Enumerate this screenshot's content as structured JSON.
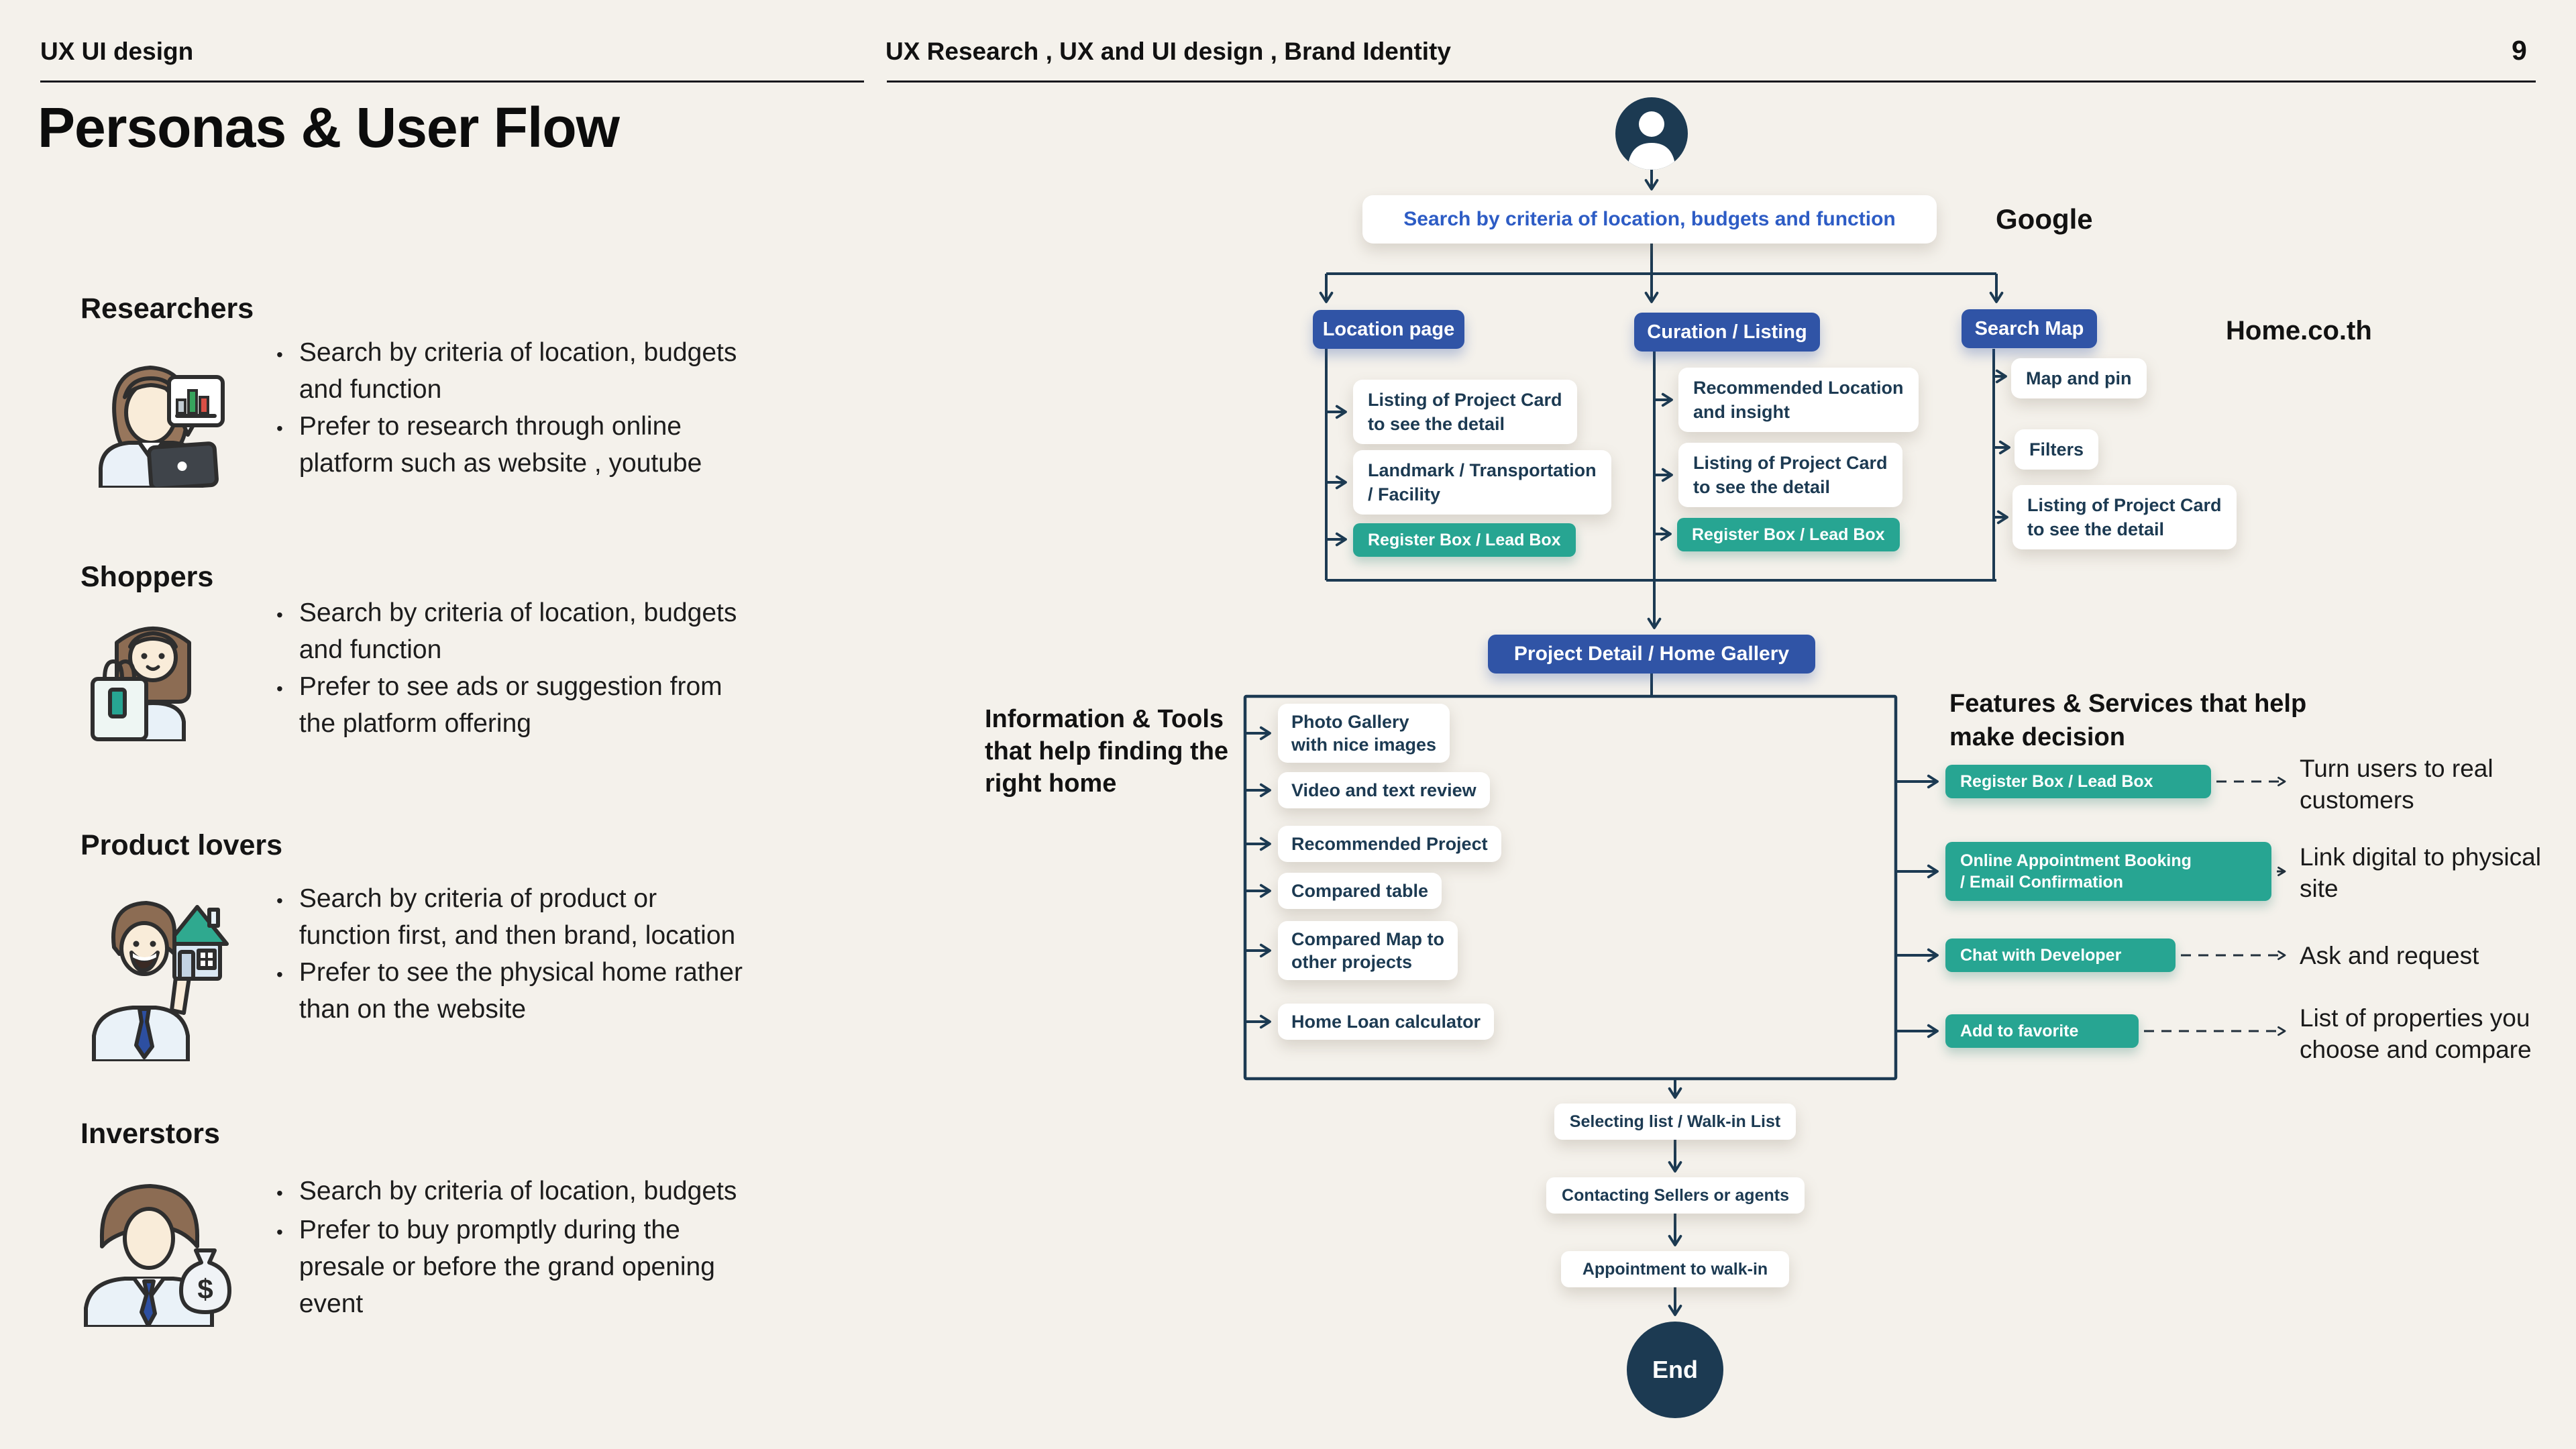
{
  "header": {
    "left": "UX UI design",
    "center": "UX Research , UX and UI design , Brand Identity",
    "page": "9"
  },
  "title": "Personas & User Flow",
  "personas": [
    {
      "name": "Researchers",
      "bullets": [
        "Search  by criteria of location, budgets\nand function",
        "Prefer to research through online\nplatform such as website , youtube"
      ]
    },
    {
      "name": "Shoppers",
      "bullets": [
        "Search by criteria of location, budgets\nand function",
        "Prefer to see ads or suggestion from\nthe platform offering"
      ]
    },
    {
      "name": "Product lovers",
      "bullets": [
        "Search by criteria of product or\nfunction first, and then brand, location",
        "Prefer to see the physical home rather\nthan on the website"
      ]
    },
    {
      "name": "Inverstors",
      "bullets": [
        "Search  by criteria of location, budgets",
        "Prefer to buy promptly during the\npresale or before the grand opening\nevent"
      ]
    }
  ],
  "flow": {
    "search": "Search  by criteria of location, budgets and function",
    "google": "Google",
    "site": "Home.co.th",
    "nav": [
      "Location page",
      "Curation / Listing",
      "Search Map"
    ],
    "loc": [
      "Listing of Project Card\nto see the detail",
      "Landmark / Transportation\n/ Facility"
    ],
    "loc_cta": "Register Box / Lead Box",
    "cur": [
      "Recommended Location\nand insight",
      "Listing of Project Card\nto see the detail"
    ],
    "cur_cta": "Register Box / Lead Box",
    "map": [
      "Map and  pin",
      "Filters",
      "Listing of Project Card\nto see the detail"
    ],
    "detail": "Project Detail /  Home Gallery",
    "info_label": "Information & Tools\nthat help finding the\nright home",
    "tools": [
      "Photo Gallery\nwith nice images",
      "Video and text review",
      "Recommended  Project",
      "Compared table",
      "Compared Map to\nother projects",
      "Home Loan calculator"
    ],
    "features_label": "Features & Services that help\nmake decision",
    "features": [
      {
        "label": "Register Box / Lead Box",
        "note": "Turn users to real\ncustomers"
      },
      {
        "label": "Online Appointment Booking\n/ Email Confirmation",
        "note": "Link digital to physical\nsite"
      },
      {
        "label": "Chat with Developer",
        "note": "Ask and request"
      },
      {
        "label": "Add to favorite",
        "note": "List of properties you\nchoose and compare"
      }
    ],
    "chain": [
      "Selecting list / Walk-in List",
      "Contacting Sellers or agents",
      "Appointment to walk-in"
    ],
    "end": "End"
  },
  "icons": {
    "start": "user-icon",
    "personas": [
      "researcher-icon",
      "shopper-icon",
      "product-lover-icon",
      "investor-icon"
    ],
    "dollar_glyph": "$"
  },
  "colors": {
    "background": "#F4F1EB",
    "navy": "#1C3A52",
    "blue": "#3054A6",
    "teal": "#27A592",
    "link_blue": "#2D5CC5"
  }
}
